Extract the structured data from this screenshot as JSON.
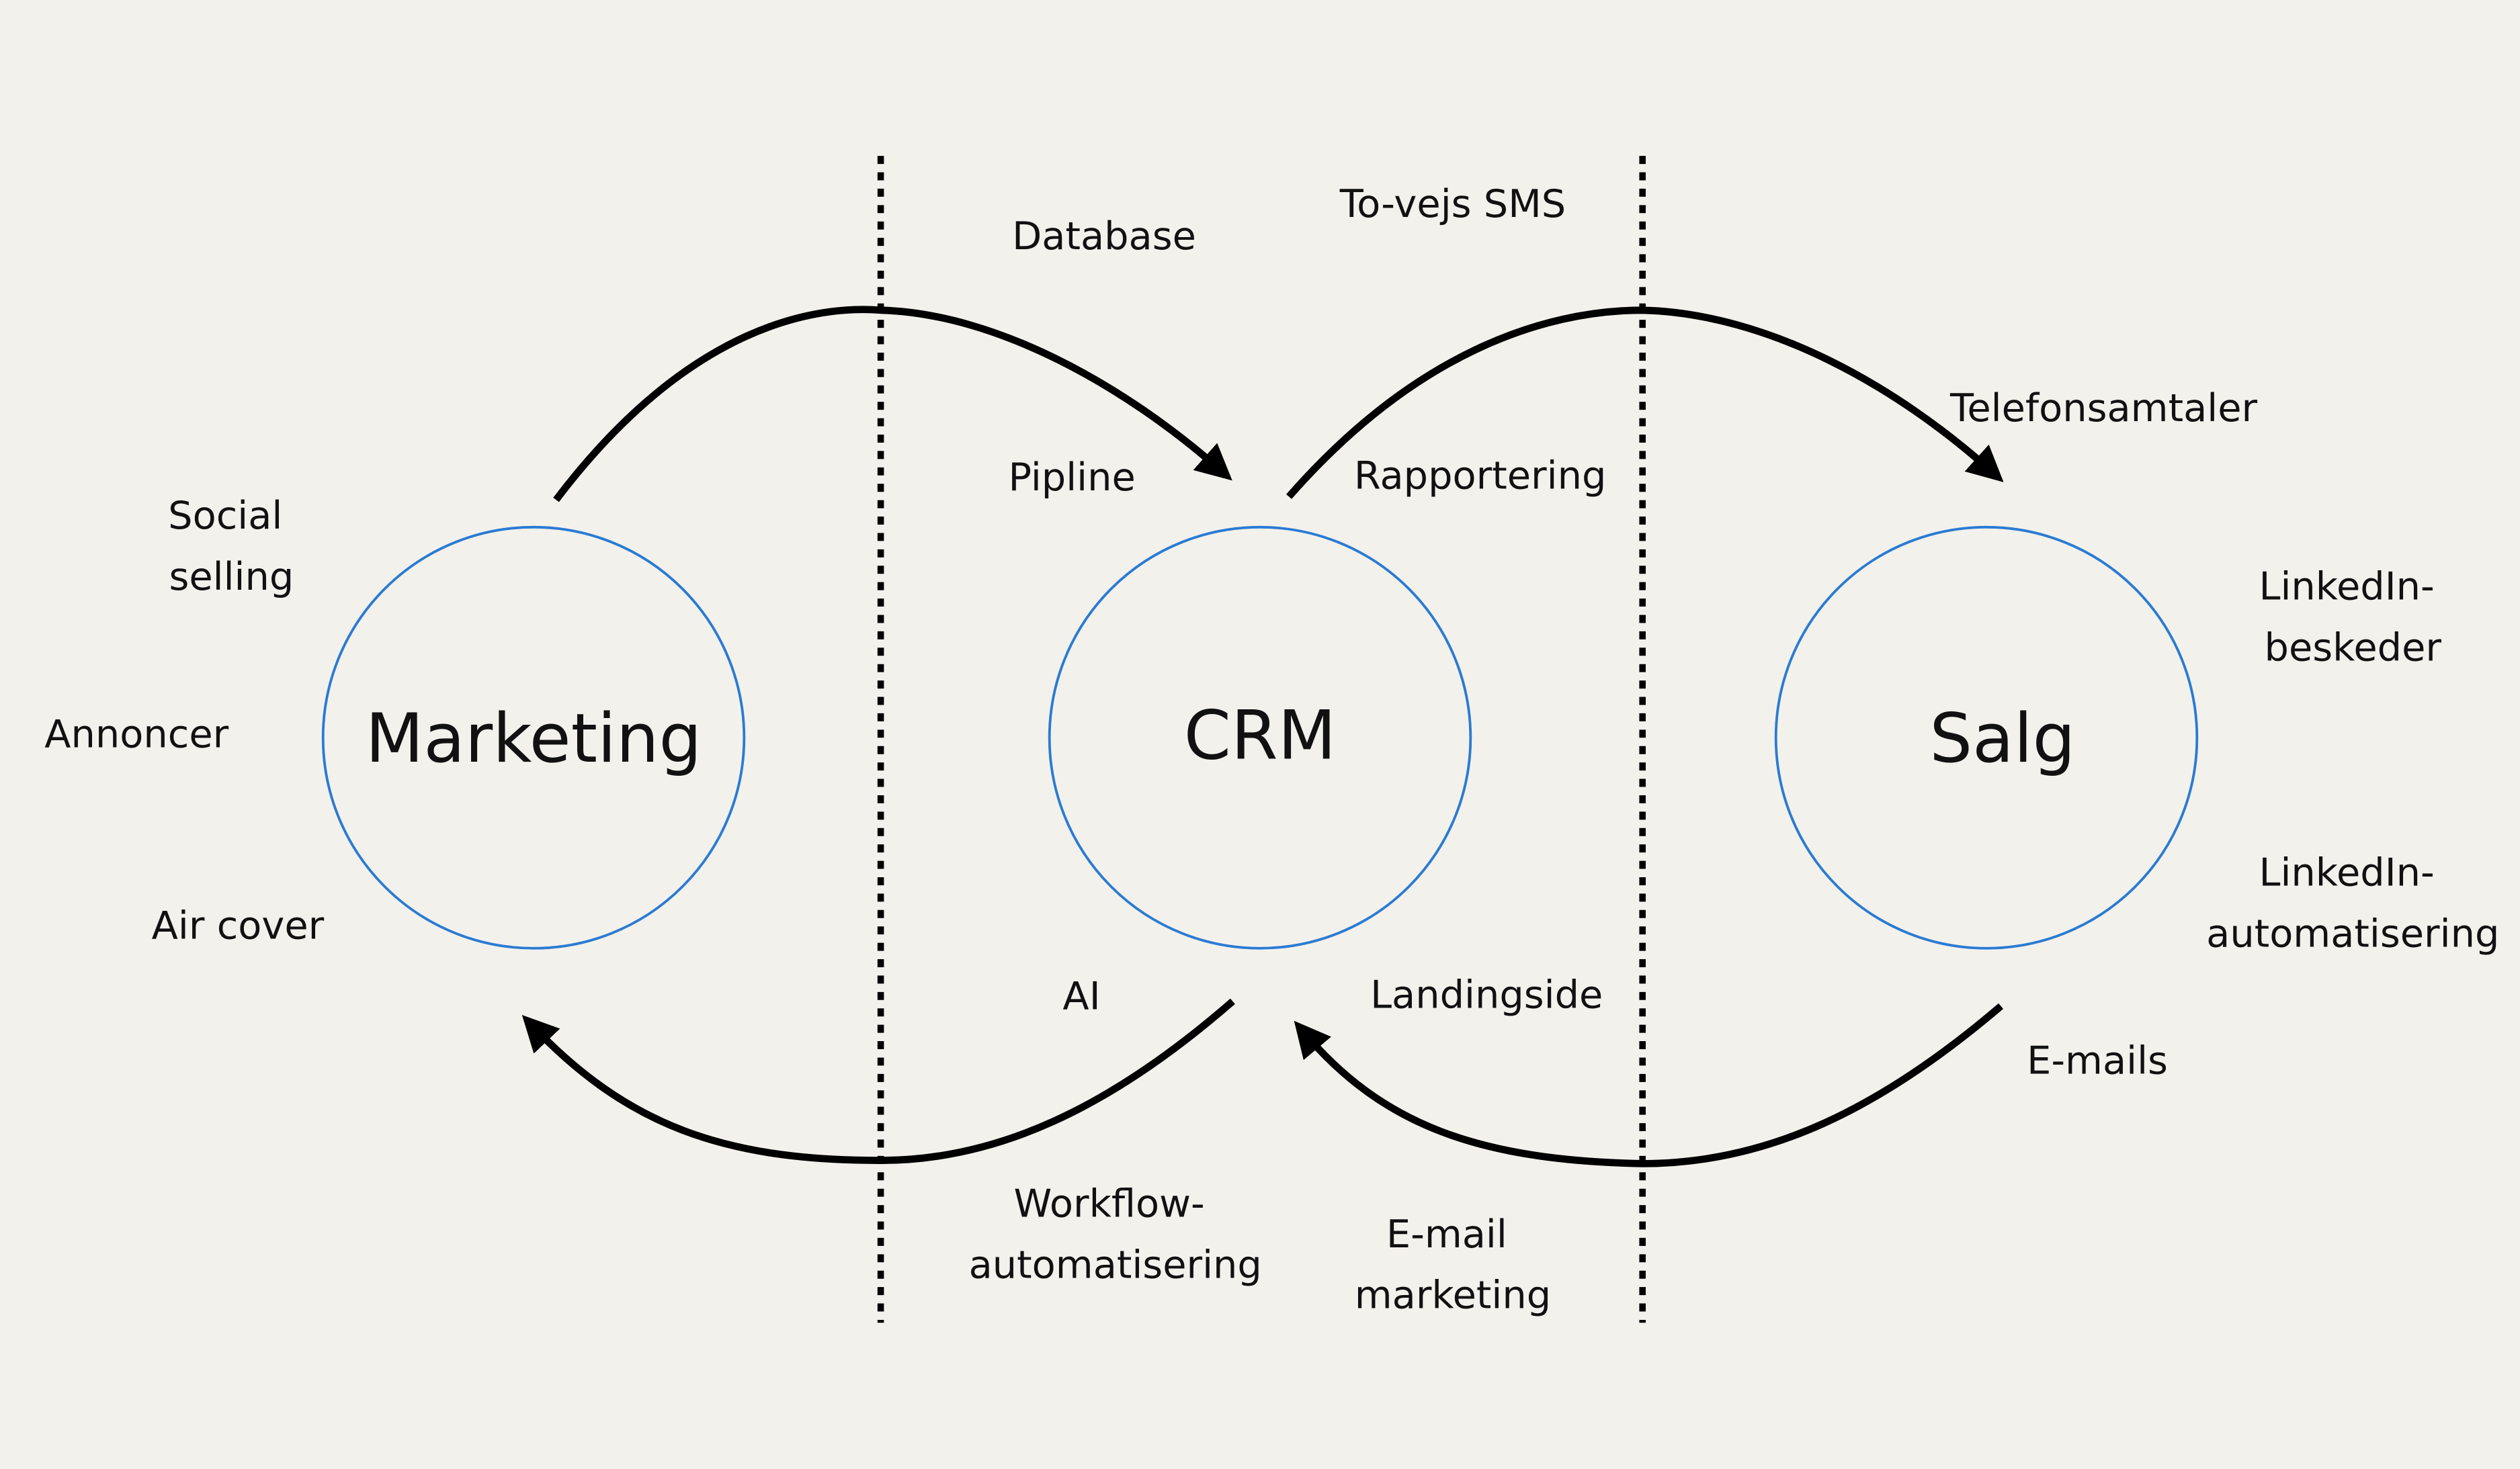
{
  "diagram": {
    "background": "#f3f1ec",
    "circle_color": "#2a7bd3",
    "nodes": [
      {
        "id": "marketing",
        "label": "Marketing"
      },
      {
        "id": "crm",
        "label": "CRM"
      },
      {
        "id": "salg",
        "label": "Salg"
      }
    ],
    "edges": [
      {
        "from": "marketing",
        "to": "crm",
        "direction": "forward"
      },
      {
        "from": "crm",
        "to": "salg",
        "direction": "forward"
      },
      {
        "from": "salg",
        "to": "crm",
        "direction": "back"
      },
      {
        "from": "crm",
        "to": "marketing",
        "direction": "back"
      }
    ],
    "labels": {
      "social_selling": [
        "Social",
        "selling"
      ],
      "annoncer": "Annoncer",
      "air_cover": "Air cover",
      "database": "Database",
      "pipline": "Pipline",
      "ai": "AI",
      "workflow": [
        "Workflow-",
        "automatisering"
      ],
      "to_vejs_sms": "To-vejs SMS",
      "rapportering": "Rapportering",
      "landingside": "Landingside",
      "email_marketing": [
        "E-mail",
        "marketing"
      ],
      "telefonsamtaler": "Telefonsamtaler",
      "linkedin_beskeder": [
        "LinkedIn-",
        "beskeder"
      ],
      "linkedin_automatisering": [
        "LinkedIn-",
        "automatisering"
      ],
      "emails": "E-mails"
    }
  }
}
